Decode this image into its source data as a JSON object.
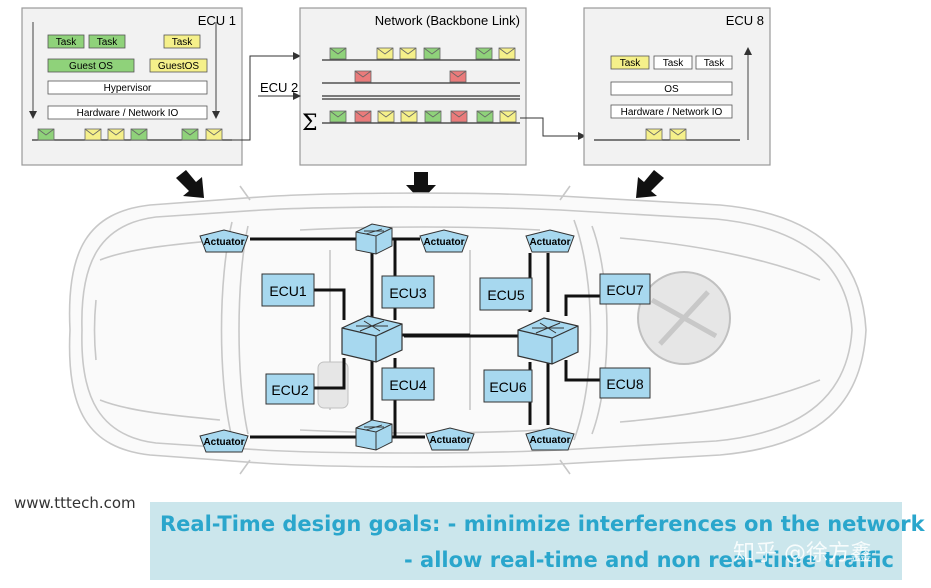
{
  "panels": {
    "ecu1": {
      "title": "ECU 1",
      "tasks": [
        "Task",
        "Task",
        "Task"
      ],
      "guest_os": [
        "Guest OS",
        "GuestOS"
      ],
      "hypervisor": "Hypervisor",
      "hw_io": "Hardware / Network IO"
    },
    "network": {
      "title": "Network (Backbone Link)",
      "ecu2_label": "ECU 2",
      "sum_symbol": "Σ"
    },
    "ecu8": {
      "title": "ECU 8",
      "tasks": [
        "Task",
        "Task",
        "Task"
      ],
      "os": "OS",
      "hw_io": "Hardware / Network IO"
    }
  },
  "car": {
    "ecus": [
      "ECU1",
      "ECU2",
      "ECU3",
      "ECU4",
      "ECU5",
      "ECU6",
      "ECU7",
      "ECU8"
    ],
    "actuator_label": "Actuator"
  },
  "footer": {
    "site": "www.tttech.com",
    "goal_line1": "Real-Time design goals: - minimize interferences on the network",
    "goal_line2": "- allow real-time and non real-time traffic",
    "watermark": "知乎 @徐方鑫"
  },
  "colors": {
    "green": "#8fd27a",
    "yellow": "#f5f08a",
    "red": "#ea7b7b",
    "ecu_box": "#a7d8ef",
    "banner_text": "#2aa6cc"
  }
}
